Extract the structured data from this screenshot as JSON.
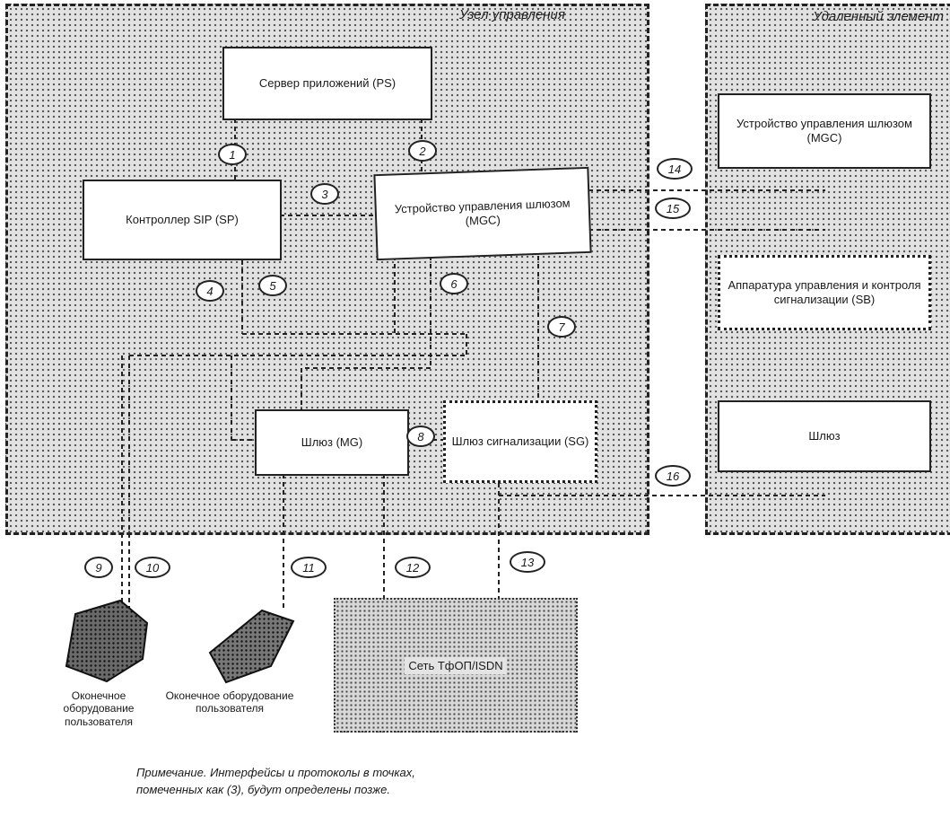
{
  "zones": {
    "main_title": "Узел управления",
    "remote_title": "Удаленный элемент"
  },
  "boxes": {
    "ps": "Сервер приложений (PS)",
    "sp": "Контроллер SIP (SP)",
    "mgc": "Устройство управления шлюзом (MGC)",
    "mg": "Шлюз (MG)",
    "sg": "Шлюз сигнализации (SG)",
    "remote_mgc": "Устройство управления шлюзом (MGC)",
    "remote_sb": "Аппаратура управления и контроля сигнализации (SB)",
    "remote_gw": "Шлюз"
  },
  "badges": [
    "1",
    "2",
    "3",
    "4",
    "5",
    "6",
    "7",
    "8",
    "9",
    "10",
    "11",
    "12",
    "13",
    "14",
    "15",
    "16"
  ],
  "devices": {
    "terminal1": "Оконечное оборудование пользователя",
    "terminal2": "Оконечное оборудование пользователя",
    "network": "Сеть ТфОП/ISDN"
  },
  "note": {
    "line1": "Примечание. Интерфейсы и протоколы в точках,",
    "line2": "помеченных как (3), будут определены позже."
  }
}
